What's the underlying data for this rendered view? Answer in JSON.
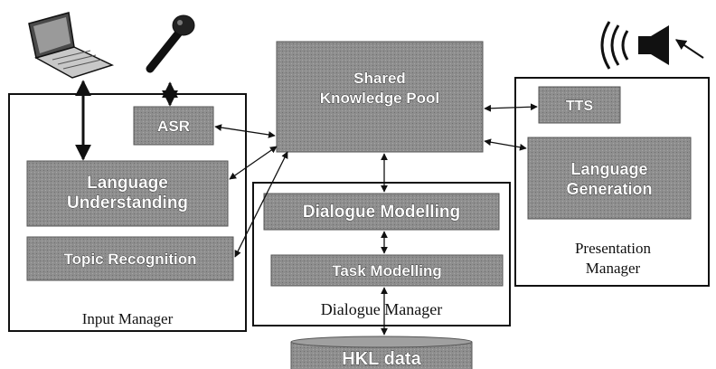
{
  "diagram": {
    "modules": {
      "shared_knowledge_pool": [
        "Shared",
        "Knowledge Pool"
      ],
      "asr": "ASR",
      "language_understanding": [
        "Language",
        "Understanding"
      ],
      "topic_recognition": "Topic Recognition",
      "dialogue_modelling": "Dialogue Modelling",
      "task_modelling": "Task Modelling",
      "tts": "TTS",
      "language_generation": [
        "Language",
        "Generation"
      ],
      "hkl_data": "HKL data"
    },
    "managers": {
      "input_manager": "Input Manager",
      "dialogue_manager": "Dialogue Manager",
      "presentation_manager": [
        "Presentation",
        "Manager"
      ]
    },
    "icons": {
      "laptop": "laptop-icon",
      "microphone": "microphone-icon",
      "speaker": "speaker-icon"
    },
    "colors": {
      "module_fill": "#8c8c8c",
      "frame_stroke": "#111111",
      "arrow": "#111111"
    }
  }
}
